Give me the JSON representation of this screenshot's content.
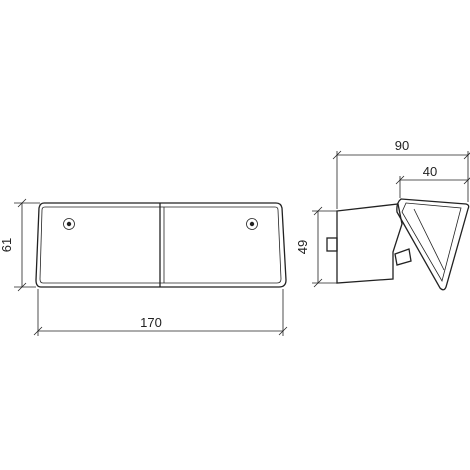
{
  "dimensions": {
    "front_width": "170",
    "front_height": "61",
    "side_depth": "90",
    "side_head_depth": "40",
    "side_height": "49"
  },
  "colors": {
    "line": "#222222",
    "background": "#ffffff"
  }
}
